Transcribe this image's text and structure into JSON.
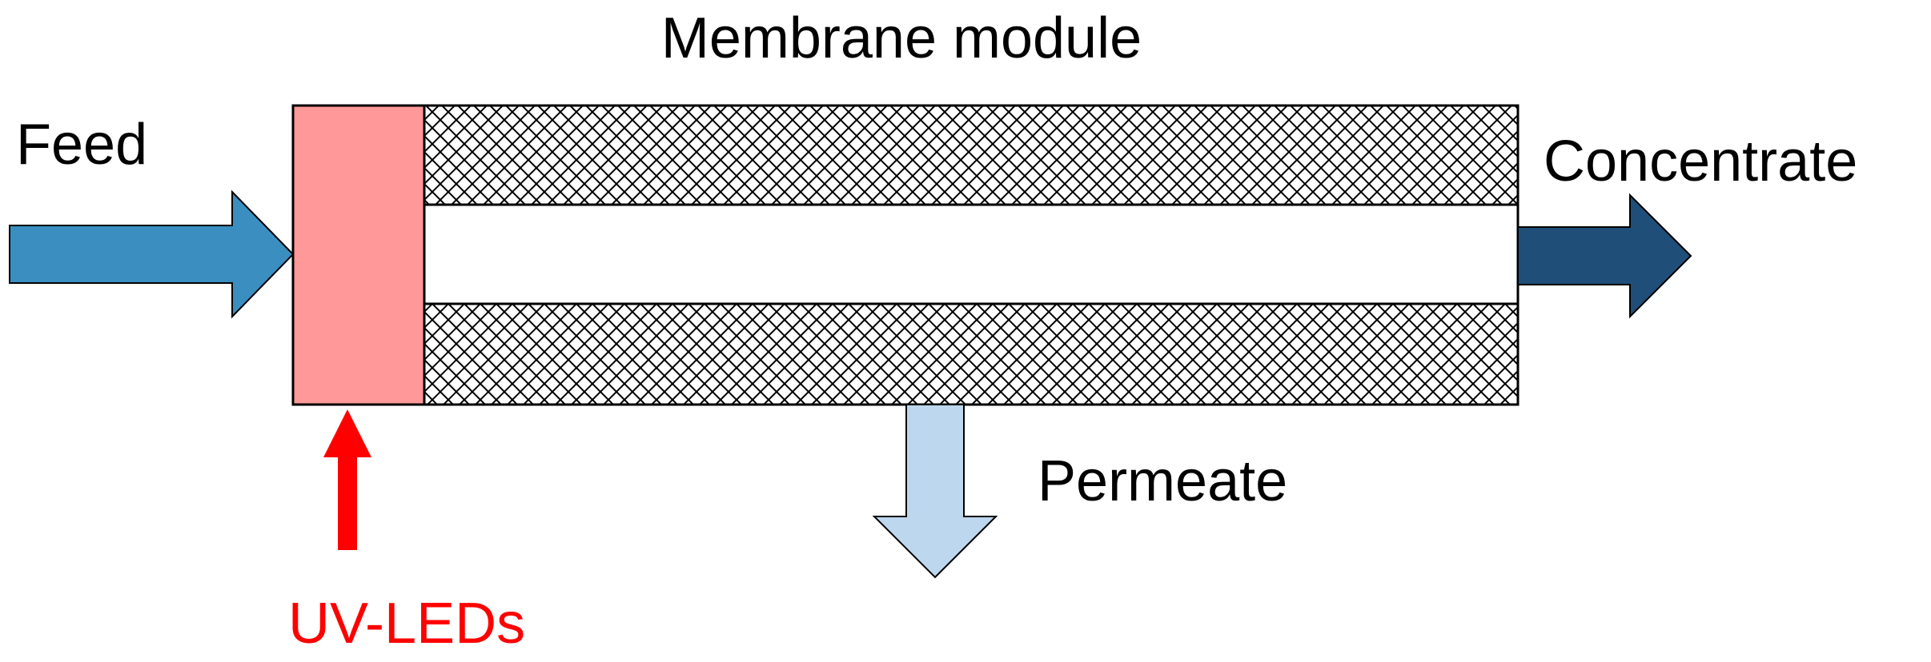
{
  "labels": {
    "title": "Membrane module",
    "feed": "Feed",
    "concentrate": "Concentrate",
    "permeate": "Permeate",
    "uv_leds": "UV-LEDs"
  },
  "colors": {
    "feed_arrow": "#3A8FC0",
    "concentrate_arrow": "#1F4E79",
    "permeate_arrow": "#BDD7EE",
    "uv_block": "#FF9999",
    "uv_arrow": "#FF0000",
    "uv_label": "#FF0000",
    "membrane_hatch": "#000000",
    "outline": "#000000"
  },
  "icons": {
    "feed": "right-arrow-icon",
    "concentrate": "right-arrow-icon",
    "permeate": "down-arrow-icon",
    "uv": "up-arrow-icon"
  }
}
